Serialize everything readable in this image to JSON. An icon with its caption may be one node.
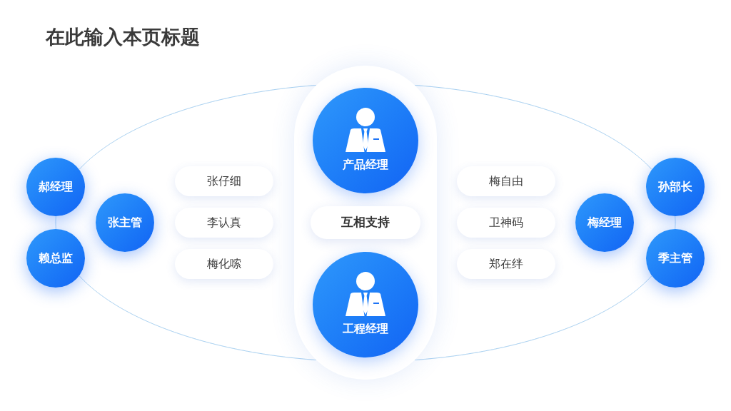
{
  "diagram": {
    "title": "在此输入本页标题",
    "nodes": [
      {
        "text": [
          "郝经理"
        ]
      },
      {
        "text": [
          "赖总监"
        ]
      },
      {
        "text": [
          "张主管"
        ]
      },
      {
        "text": [
          "张仔细"
        ]
      },
      {
        "text": [
          "李认真"
        ]
      },
      {
        "text": [
          "梅化嗦"
        ]
      },
      {
        "text": [],
        "shape": "box"
      },
      {
        "text": [
          "产品经理"
        ],
        "in": 6
      },
      {
        "text": [
          "互相支持"
        ],
        "in": 6
      },
      {
        "text": [
          "工程经理"
        ],
        "in": 6
      },
      {
        "text": [
          "梅自由"
        ]
      },
      {
        "text": [
          "卫神码"
        ]
      },
      {
        "text": [
          "郑在绊"
        ]
      },
      {
        "text": [
          "梅经理"
        ]
      },
      {
        "text": [
          "孙部长"
        ]
      },
      {
        "text": [
          "季主管"
        ]
      }
    ],
    "edges": [
      {
        "from": 0,
        "to": 1,
        "arrow": "none"
      },
      {
        "from": 0,
        "to": 7,
        "arrow": "none"
      },
      {
        "from": 1,
        "to": 9,
        "arrow": "none"
      },
      {
        "from": 14,
        "to": 15,
        "arrow": "none"
      },
      {
        "from": 14,
        "to": 7,
        "arrow": "none"
      },
      {
        "from": 15,
        "to": 9,
        "arrow": "none"
      }
    ]
  }
}
